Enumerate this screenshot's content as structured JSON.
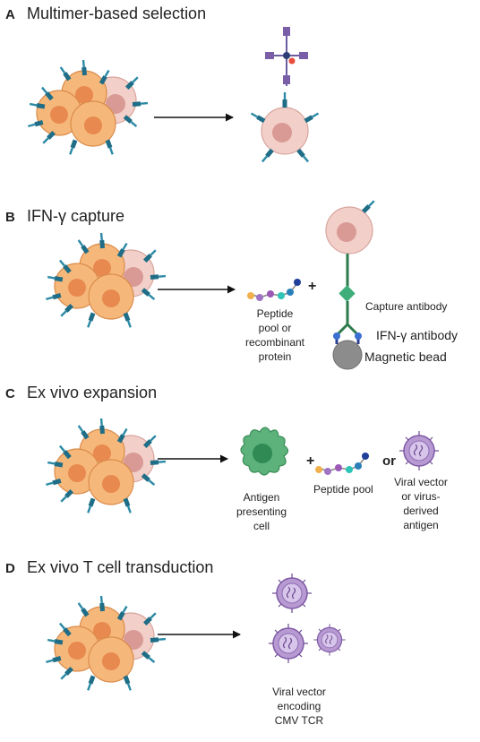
{
  "sections": [
    {
      "letter": "A",
      "title": "Multimer-based selection"
    },
    {
      "letter": "B",
      "title": "IFN-γ capture"
    },
    {
      "letter": "C",
      "title": "Ex vivo expansion"
    },
    {
      "letter": "D",
      "title": "Ex vivo T cell transduction"
    }
  ],
  "labels": {
    "peptide_pool_or_protein": "Peptide\npool or\nrecombinant\nprotein",
    "plus": "+",
    "capture_antibody": "Capture antibody",
    "ifn_antibody": "IFN-γ antibody",
    "magnetic_bead": "Magnetic bead",
    "apc": "Antigen\npresenting\ncell",
    "peptide_pool": "Peptide pool",
    "or": "or",
    "viral_vector_antigen": "Viral vector\nor virus-\nderived\nantigen",
    "viral_vector_tcr": "Viral vector\nencoding\nCMV TCR"
  },
  "colors": {
    "orange_cell": "#f6b87a",
    "orange_nucleus": "#e8894f",
    "pink_cell": "#f2cfc8",
    "pink_nucleus": "#d99a95",
    "receptor": "#1f6d86",
    "apc": "#5cb27a",
    "virus": "#b79ad2",
    "bead": "#8c8c8c",
    "arrow": "#111111"
  }
}
